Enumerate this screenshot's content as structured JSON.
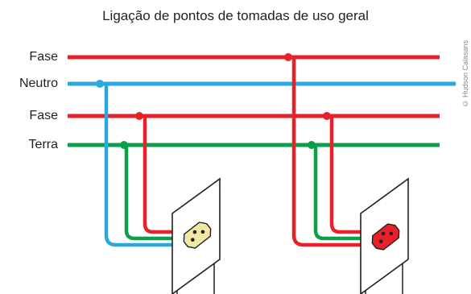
{
  "title": "Ligação de pontos de tomadas de uso geral",
  "credit": "© Hudson Calasans",
  "wires": [
    {
      "label": "Fase",
      "color": "#e8202a"
    },
    {
      "label": "Neutro",
      "color": "#29a8e0"
    },
    {
      "label": "Fase",
      "color": "#e8202a"
    },
    {
      "label": "Terra",
      "color": "#0aa04b"
    }
  ],
  "outlets": [
    {
      "name": "left-outlet",
      "color": "#f3e7a6"
    },
    {
      "name": "right-outlet",
      "color": "#e8202a"
    }
  ]
}
